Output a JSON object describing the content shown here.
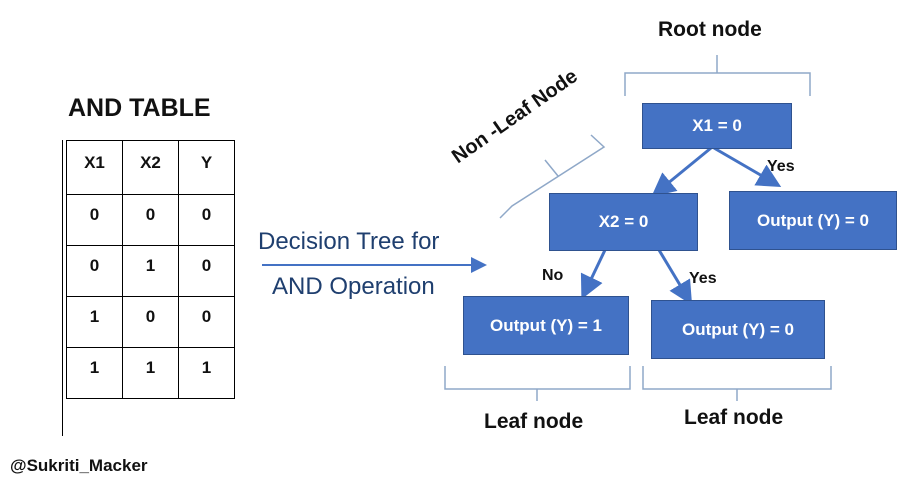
{
  "and_table": {
    "title": "AND TABLE",
    "headers": [
      "X1",
      "X2",
      "Y"
    ],
    "rows": [
      [
        "0",
        "0",
        "0"
      ],
      [
        "0",
        "1",
        "0"
      ],
      [
        "1",
        "0",
        "0"
      ],
      [
        "1",
        "1",
        "1"
      ]
    ]
  },
  "arrow_label": {
    "line1": "Decision Tree for",
    "line2": "AND Operation"
  },
  "tree": {
    "root_caption": "Root node",
    "non_leaf_caption": "Non -Leaf Node",
    "leaf_caption_left": "Leaf node",
    "leaf_caption_right": "Leaf node",
    "nodes": {
      "root": "X1 = 0",
      "x2": "X2 = 0",
      "output_right": "Output (Y) = 0",
      "output_left_leaf": "Output (Y) = 1",
      "output_right_leaf": "Output (Y) = 0"
    },
    "edges": {
      "root_yes": "Yes",
      "x2_no": "No",
      "x2_yes": "Yes"
    }
  },
  "credit": "@Sukriti_Macker",
  "colors": {
    "node_fill": "#4472c4",
    "node_border": "#2f528f",
    "label_blue": "#1f3f6f",
    "bracket": "#8fa8c8"
  }
}
